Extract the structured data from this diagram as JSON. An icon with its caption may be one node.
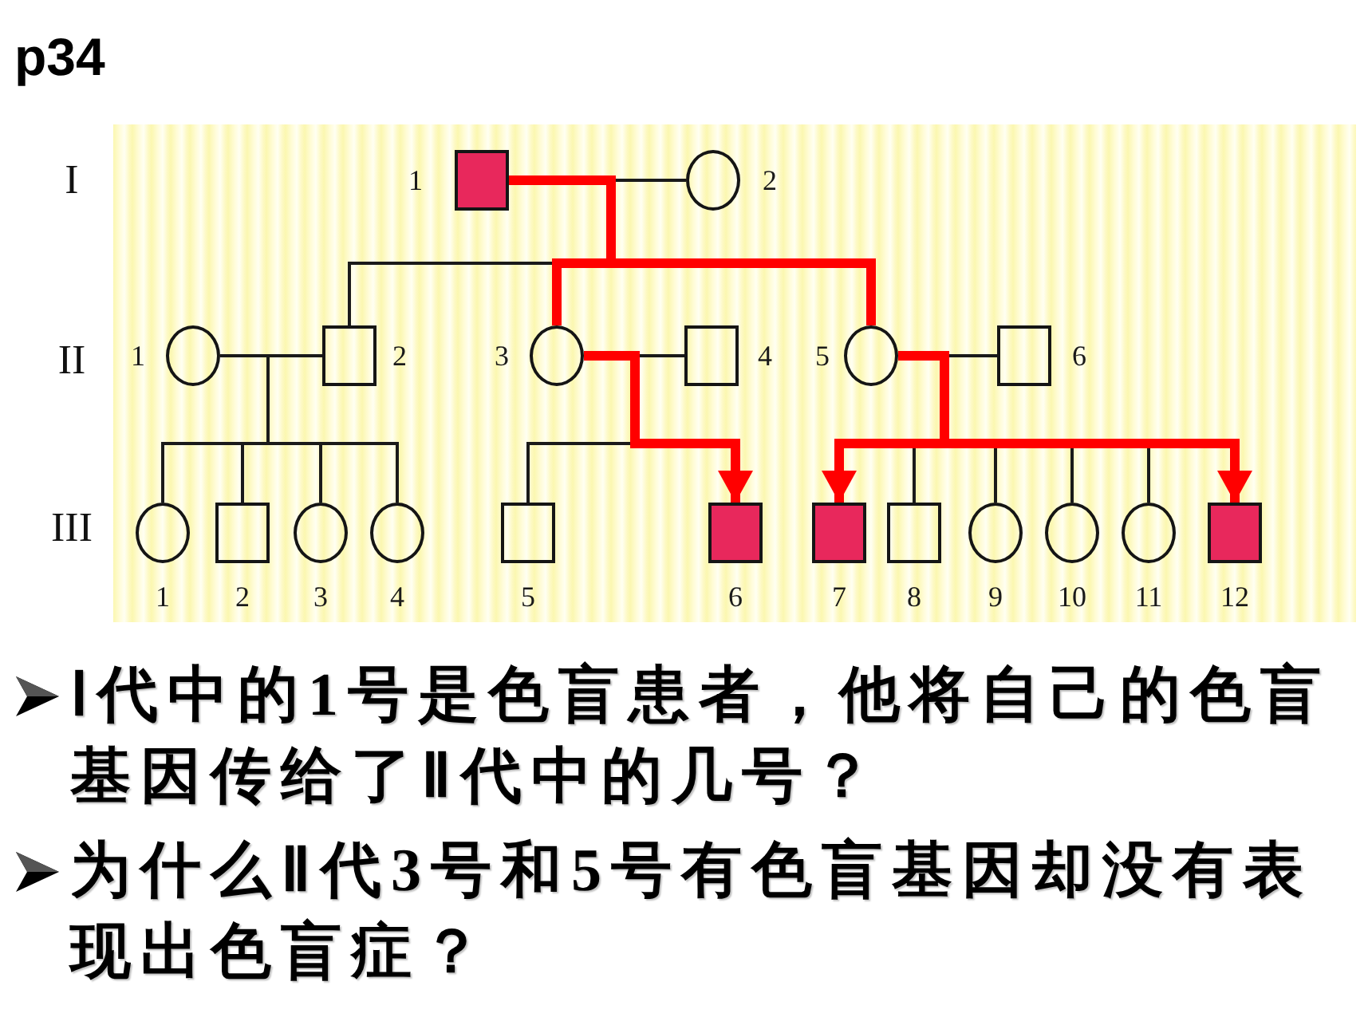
{
  "diagram": {
    "title": "p34",
    "nodes": [
      {
        "text": [],
        "shape": "box",
        "beside": [
          "1"
        ]
      },
      {
        "text": [],
        "shape": "circle",
        "beside": [
          "2"
        ]
      },
      {
        "text": [],
        "shape": "circle",
        "beside": [
          "1"
        ]
      },
      {
        "text": [],
        "shape": "box",
        "beside": [
          "2"
        ]
      },
      {
        "text": [],
        "shape": "circle",
        "beside": [
          "3"
        ]
      },
      {
        "text": [],
        "shape": "box",
        "beside": [
          "4"
        ]
      },
      {
        "text": [],
        "shape": "circle",
        "beside": [
          "5"
        ]
      },
      {
        "text": [],
        "shape": "box",
        "beside": [
          "6"
        ]
      },
      {
        "text": [],
        "shape": "circle",
        "beside": [
          "1"
        ]
      },
      {
        "text": [],
        "shape": "box",
        "beside": [
          "2"
        ]
      },
      {
        "text": [],
        "shape": "circle",
        "beside": [
          "3"
        ]
      },
      {
        "text": [],
        "shape": "circle",
        "beside": [
          "4"
        ]
      },
      {
        "text": [],
        "shape": "box",
        "beside": [
          "5"
        ]
      },
      {
        "text": [],
        "shape": "box",
        "beside": [
          "6"
        ]
      },
      {
        "text": [],
        "shape": "box",
        "beside": [
          "7"
        ]
      },
      {
        "text": [],
        "shape": "box",
        "beside": [
          "8"
        ]
      },
      {
        "text": [],
        "shape": "circle",
        "beside": [
          "9"
        ]
      },
      {
        "text": [],
        "shape": "circle",
        "beside": [
          "10"
        ]
      },
      {
        "text": [],
        "shape": "circle",
        "beside": [
          "11"
        ]
      },
      {
        "text": [],
        "shape": "box",
        "beside": [
          "12"
        ]
      }
    ],
    "edges": [
      {
        "from": 1,
        "to": null,
        "arrow": "none",
        "color": "#1a1a1a"
      },
      {
        "from": 0,
        "to": 4,
        "arrow": "none",
        "style": "thick",
        "color": "#ff0000"
      },
      {
        "from": 0,
        "to": 6,
        "arrow": "none",
        "style": "thick",
        "color": "#ff0000"
      },
      {
        "from": null,
        "to": 3,
        "arrow": "none",
        "color": "#1a1a1a"
      },
      {
        "from": 2,
        "to": 3,
        "arrow": "none",
        "color": "#1a1a1a"
      },
      {
        "from": 5,
        "to": null,
        "arrow": "none",
        "color": "#1a1a1a"
      },
      {
        "from": 7,
        "to": null,
        "arrow": "none",
        "color": "#1a1a1a"
      },
      {
        "from": 2,
        "to": 8,
        "arrow": "none",
        "color": "#1a1a1a"
      },
      {
        "from": 2,
        "to": 9,
        "arrow": "none",
        "color": "#1a1a1a"
      },
      {
        "from": 2,
        "to": 10,
        "arrow": "none",
        "color": "#1a1a1a"
      },
      {
        "from": 2,
        "to": 11,
        "arrow": "none",
        "color": "#1a1a1a"
      },
      {
        "from": 3,
        "to": 8,
        "arrow": "none",
        "color": "#1a1a1a"
      },
      {
        "from": 3,
        "to": 9,
        "arrow": "none",
        "color": "#1a1a1a"
      },
      {
        "from": 3,
        "to": 10,
        "arrow": "none",
        "color": "#1a1a1a"
      },
      {
        "from": 3,
        "to": 11,
        "arrow": "none",
        "color": "#1a1a1a"
      },
      {
        "from": null,
        "to": 12,
        "arrow": "none",
        "color": "#1a1a1a"
      },
      {
        "from": 4,
        "to": 13,
        "arrow": "to",
        "style": "thick",
        "color": "#ff0000"
      },
      {
        "from": 6,
        "to": 14,
        "arrow": "to",
        "style": "thick",
        "color": "#ff0000"
      },
      {
        "from": 6,
        "to": 19,
        "arrow": "to",
        "style": "thick",
        "color": "#ff0000"
      },
      {
        "from": null,
        "to": 15,
        "arrow": "none",
        "color": "#1a1a1a"
      },
      {
        "from": null,
        "to": 16,
        "arrow": "none",
        "color": "#1a1a1a"
      },
      {
        "from": null,
        "to": 17,
        "arrow": "none",
        "color": "#1a1a1a"
      },
      {
        "from": null,
        "to": 18,
        "arrow": "none",
        "color": "#1a1a1a"
      }
    ],
    "labels": [
      "I",
      "II",
      "III",
      "Ⅰ代中的1号是色盲患者，他将自己的色盲基因传给了Ⅱ代中的几号？",
      "为什么Ⅱ代3号和5号有色盲基因却没有表现出色盲症？"
    ]
  }
}
